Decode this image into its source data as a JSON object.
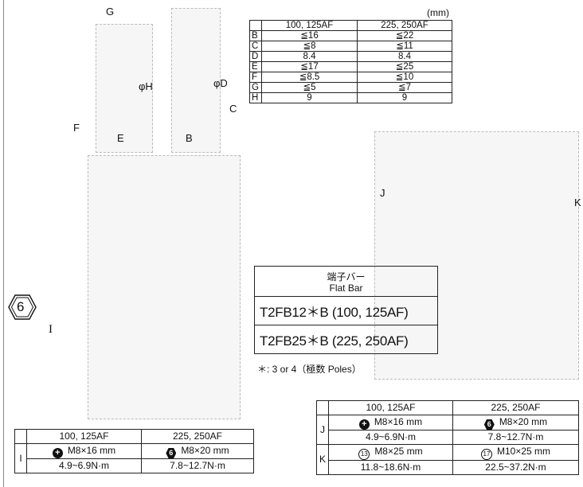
{
  "units": "(mm)",
  "dimension_table": {
    "headers": [
      "",
      "100, 125AF",
      "225, 250AF"
    ],
    "rows": [
      [
        "B",
        "≦16",
        "≦22"
      ],
      [
        "C",
        "≦8",
        "≦11"
      ],
      [
        "D",
        "8.4",
        "8.4"
      ],
      [
        "E",
        "≦17",
        "≦25"
      ],
      [
        "F",
        "≦8.5",
        "≦10"
      ],
      [
        "G",
        "≦5",
        "≦7"
      ],
      [
        "H",
        "9",
        "9"
      ]
    ]
  },
  "figure_labels": {
    "G": "G",
    "H": "φH",
    "D": "φD",
    "C": "C",
    "F": "F",
    "E": "E",
    "B": "B",
    "J": "J",
    "K": "K",
    "I": "I",
    "step": "6"
  },
  "flat_bar": {
    "title_jp": "端子バー",
    "title_en": "Flat Bar",
    "part1": "T2FB12＊B (100, 125AF)",
    "part2": "T2FB25＊B (225, 250AF)"
  },
  "poles_note": "＊: 3 or 4（極数 Poles）",
  "table_I": {
    "headers": [
      "100, 125AF",
      "225, 250AF"
    ],
    "row_label": "I",
    "screw": [
      "M8×16 mm",
      "M8×20 mm"
    ],
    "screw_icons": [
      "plus",
      "6"
    ],
    "torque": [
      "4.9~6.9N·m",
      "7.8~12.7N·m"
    ]
  },
  "table_JK": {
    "headers": [
      "100, 125AF",
      "225, 250AF"
    ],
    "rows": [
      {
        "label": "J",
        "screw": [
          "M8×16 mm",
          "M8×20 mm"
        ],
        "icons": [
          "plus",
          "6"
        ],
        "torque": [
          "4.9~6.9N·m",
          "7.8~12.7N·m"
        ]
      },
      {
        "label": "K",
        "screw": [
          "M8×25 mm",
          "M10×25 mm"
        ],
        "icons": [
          "13",
          "17"
        ],
        "torque": [
          "11.8~18.6N·m",
          "22.5~37.2N·m"
        ]
      }
    ]
  }
}
